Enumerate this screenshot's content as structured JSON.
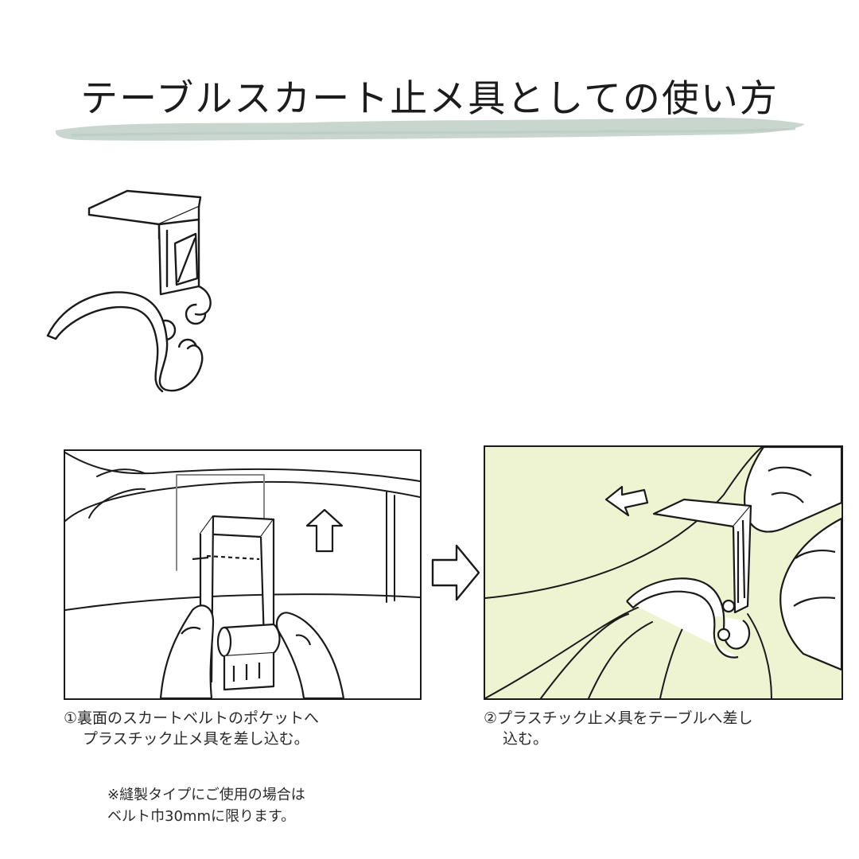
{
  "title": "テーブルスカート止メ具としての使い方",
  "colors": {
    "brush": "#c9d6cf",
    "panel2_bg": "#eef4d2",
    "line": "#1a1a1a"
  },
  "step1": {
    "line1": "①裏面のスカートベルトのポケットへ",
    "line2": "プラスチック止メ具を差し込む。"
  },
  "step2": {
    "line1": "②プラスチック止メ具をテーブルへ差し",
    "line2": "込む。"
  },
  "note": {
    "line1": "※縫製タイプにご使用の場合は",
    "line2": "ベルト巾30mmに限ります。"
  },
  "icons": [
    "clip-illustration",
    "up-arrow-icon",
    "left-arrow-icon",
    "right-arrow-icon"
  ]
}
